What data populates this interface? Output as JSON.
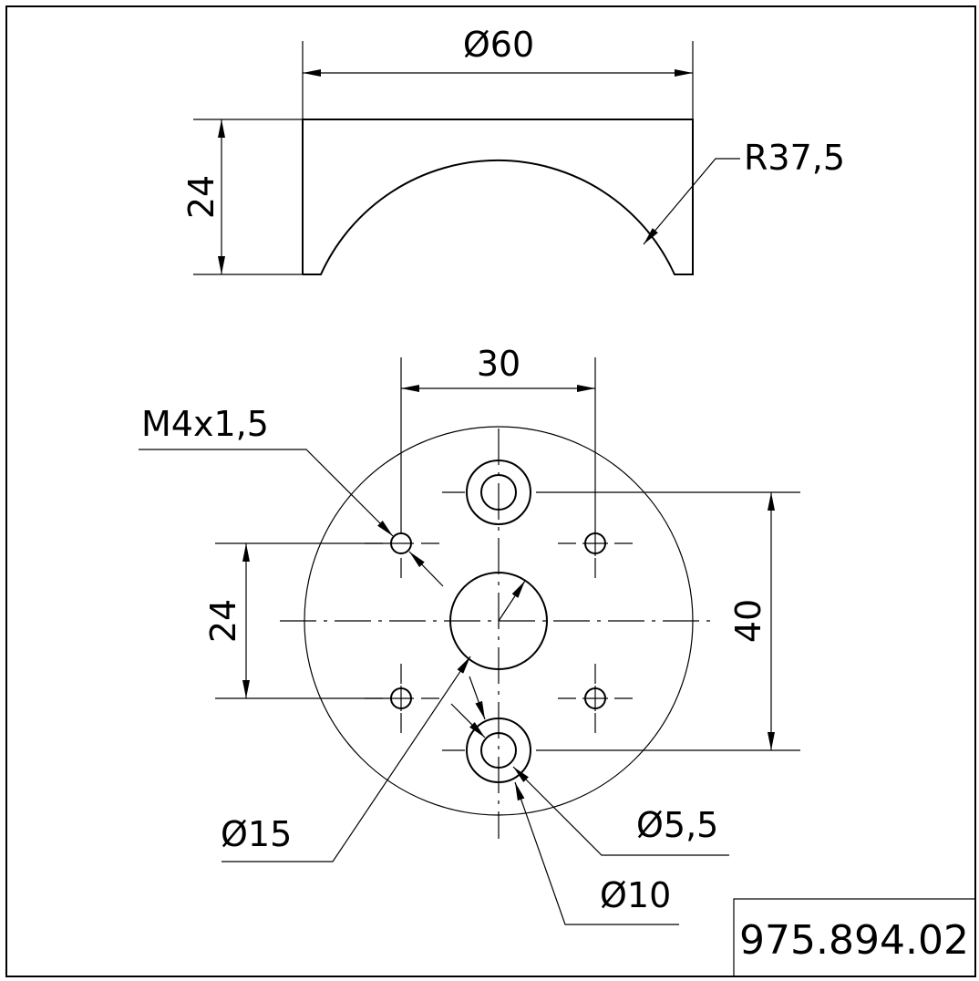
{
  "drawing": {
    "side_view": {
      "diameter_label": "Ø60",
      "height_label": "24",
      "radius_label": "R37,5"
    },
    "top_view": {
      "spacing_label": "30",
      "thread_label": "M4x1,5",
      "vertical_spacing_label": "24",
      "counterbore_spacing_label": "40",
      "center_hole_label": "Ø15",
      "hole_label": "Ø5,5",
      "counterbore_label": "Ø10"
    },
    "title_block": {
      "part_number": "975.894.02"
    }
  }
}
